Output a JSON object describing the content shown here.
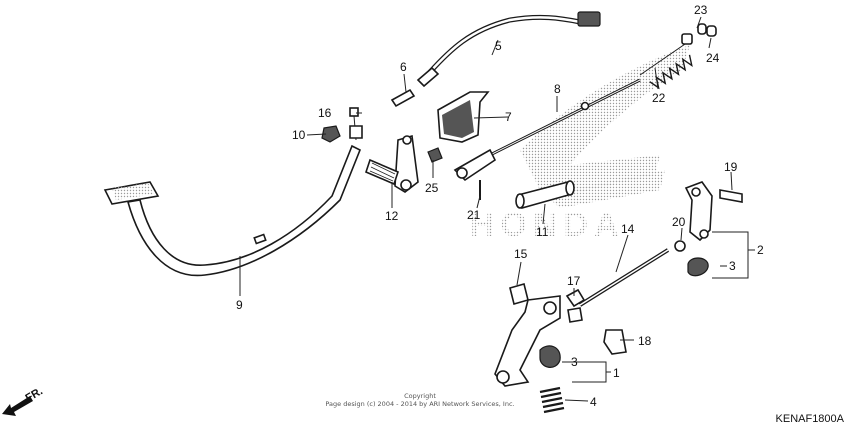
{
  "diagram": {
    "callouts": [
      {
        "id": "c1",
        "label": "1"
      },
      {
        "id": "c2",
        "label": "2"
      },
      {
        "id": "c3a",
        "label": "3"
      },
      {
        "id": "c3b",
        "label": "3"
      },
      {
        "id": "c4",
        "label": "4"
      },
      {
        "id": "c5",
        "label": "5"
      },
      {
        "id": "c6",
        "label": "6"
      },
      {
        "id": "c7",
        "label": "7"
      },
      {
        "id": "c8",
        "label": "8"
      },
      {
        "id": "c9",
        "label": "9"
      },
      {
        "id": "c10",
        "label": "10"
      },
      {
        "id": "c11",
        "label": "11"
      },
      {
        "id": "c12",
        "label": "12"
      },
      {
        "id": "c14",
        "label": "14"
      },
      {
        "id": "c15",
        "label": "15"
      },
      {
        "id": "c16",
        "label": "16"
      },
      {
        "id": "c17",
        "label": "17"
      },
      {
        "id": "c18",
        "label": "18"
      },
      {
        "id": "c19",
        "label": "19"
      },
      {
        "id": "c20",
        "label": "20"
      },
      {
        "id": "c21",
        "label": "21"
      },
      {
        "id": "c22",
        "label": "22"
      },
      {
        "id": "c23",
        "label": "23"
      },
      {
        "id": "c24",
        "label": "24"
      },
      {
        "id": "c25",
        "label": "25"
      }
    ],
    "watermark": "HONDA",
    "direction": "FR.",
    "copyright_line1": "Copyright",
    "copyright_line2": "Page design (c) 2004 - 2014 by ARI Network Services, Inc.",
    "diagram_code": "KENAF1800A"
  }
}
